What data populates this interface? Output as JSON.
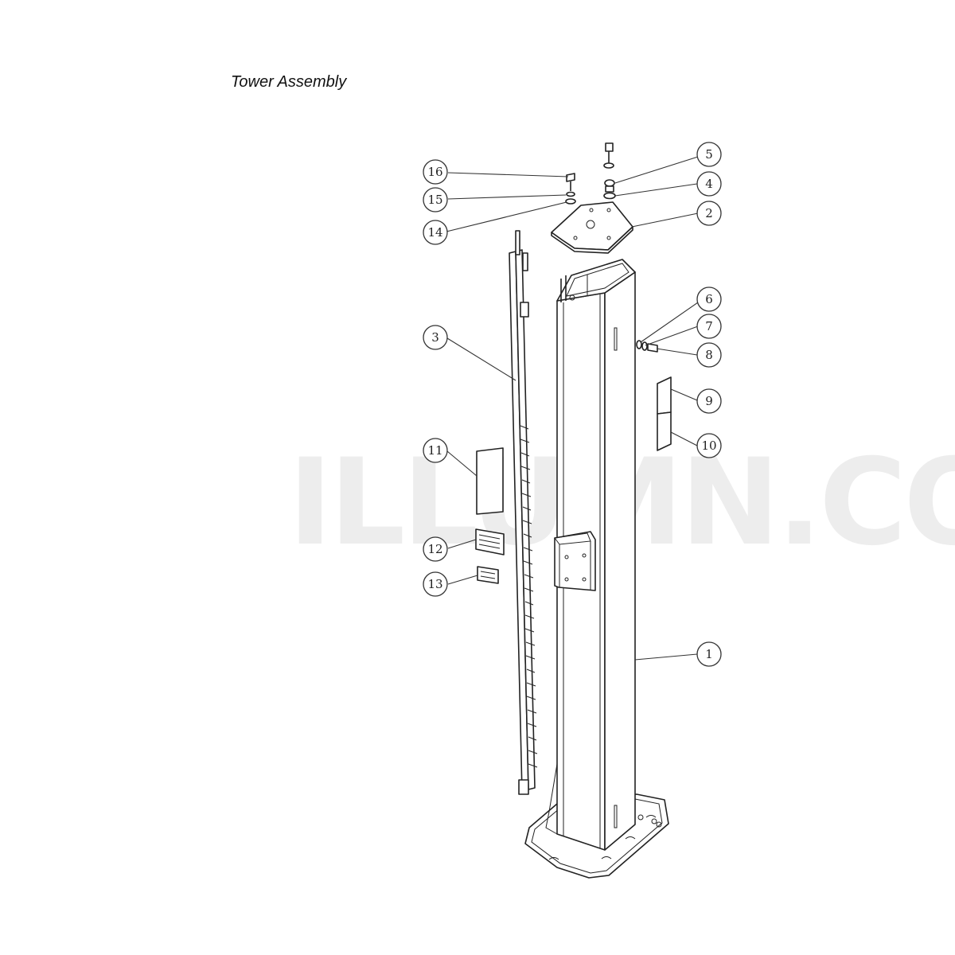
{
  "title": "Tower Assembly",
  "watermark": "ILLUMN.COM",
  "callouts": [
    {
      "number": "1",
      "target": "tower column"
    },
    {
      "number": "2",
      "target": "top cap plate"
    },
    {
      "number": "3",
      "target": "safety latch ladder"
    },
    {
      "number": "4",
      "target": "washer"
    },
    {
      "number": "5",
      "target": "nut"
    },
    {
      "number": "6",
      "target": "washer"
    },
    {
      "number": "7",
      "target": "lock washer"
    },
    {
      "number": "8",
      "target": "bolt"
    },
    {
      "number": "9",
      "target": "warning label"
    },
    {
      "number": "10",
      "target": "warning label"
    },
    {
      "number": "11",
      "target": "instruction label"
    },
    {
      "number": "12",
      "target": "name plate"
    },
    {
      "number": "13",
      "target": "capacity plate"
    },
    {
      "number": "14",
      "target": "washer"
    },
    {
      "number": "15",
      "target": "lock washer"
    },
    {
      "number": "16",
      "target": "bolt"
    }
  ]
}
